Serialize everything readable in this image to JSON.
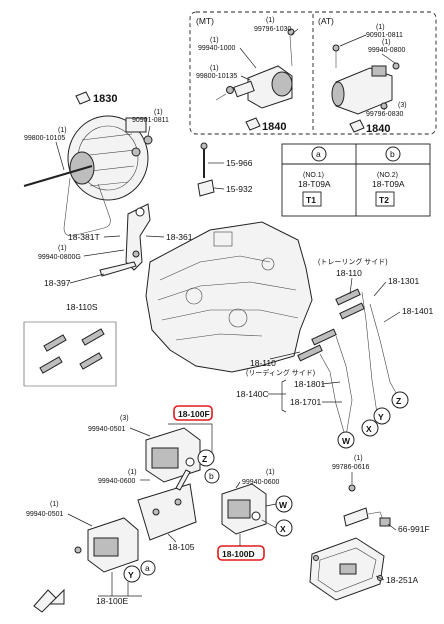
{
  "transmission_box": {
    "mt_label": "(MT)",
    "at_label": "(AT)",
    "mt_ref": "1840",
    "at_ref": "1840",
    "mt_qty_bolt": "(1)",
    "mt_bolt": "99796-1030",
    "mt_qty_nut": "(1)",
    "mt_nut": "99940-1000",
    "mt_qty_screw": "(1)",
    "mt_screw": "99800-10135",
    "at_qty_a": "(1)",
    "at_part_a": "90901-0811",
    "at_qty_b": "(1)",
    "at_part_b": "99940-0800",
    "at_qty_c": "(3)",
    "at_part_c": "99796-0830"
  },
  "alternator": {
    "ref": "1830",
    "qty_left": "(1)",
    "bolt_left": "99800-10105",
    "qty_right": "(1)",
    "part_right": "90901-0811",
    "part_15966": "15-966",
    "part_15932": "15-932",
    "belt": "18-381T",
    "bracket": "18-361",
    "qty_nut": "(1)",
    "nut": "99940-0800G",
    "part_18397": "18-397"
  },
  "sensor_table": {
    "col_a": "a",
    "col_b": "b",
    "a_no": "(NO.1)",
    "a_part": "18-T09A",
    "a_badge": "T1",
    "b_no": "(NO.2)",
    "b_part": "18-T09A",
    "b_badge": "T2"
  },
  "plugs": {
    "set": "18-110S",
    "trailing_note": "(トレーリング サイド)",
    "trailing_part": "18-110",
    "leading_part": "18-110",
    "leading_note": "(リーディング サイド)"
  },
  "wires": {
    "part_1301": "18-1301",
    "part_1401": "18-1401",
    "part_1801": "18-1801",
    "part_140c": "18-140C",
    "part_1701": "18-1701"
  },
  "ignition": {
    "coil_f": "18-100F",
    "coil_d": "18-100D",
    "coil_e": "18-100E",
    "bracket": "18-105",
    "qty_1": "(3)",
    "part_1": "99940-0501",
    "qty_2": "(1)",
    "part_2": "99940-0600",
    "qty_3": "(1)",
    "part_3": "99940-0600",
    "qty_4": "(1)",
    "part_4": "99940-0501"
  },
  "control_unit": {
    "qty": "(1)",
    "bolt": "99786-0616",
    "sensor": "66-991F",
    "unit": "18-251A"
  },
  "connectors": {
    "w": "W",
    "x": "X",
    "y": "Y",
    "z": "Z",
    "a": "a",
    "b": "b"
  }
}
